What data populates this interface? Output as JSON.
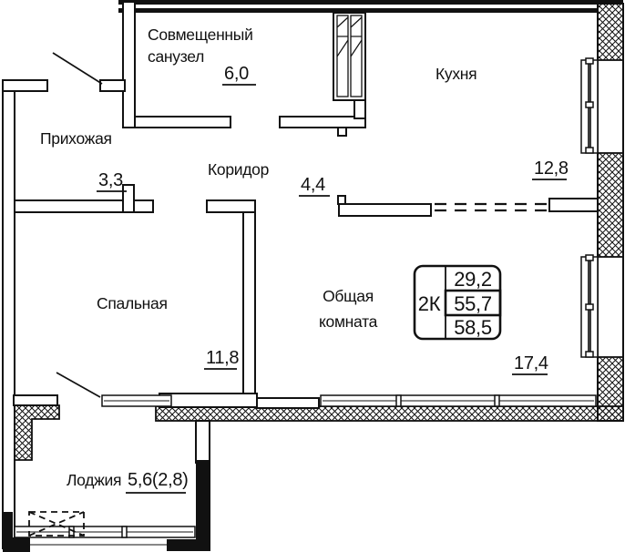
{
  "plan": {
    "title": "2-room apartment floor plan",
    "rooms": {
      "bathroom": {
        "label_line1": "Совмещенный",
        "label_line2": "санузел",
        "area": "6,0"
      },
      "hallway": {
        "label": "Прихожая",
        "area": "3,3"
      },
      "corridor": {
        "label": "Коридор",
        "area": "4,4"
      },
      "kitchen": {
        "label": "Кухня",
        "area": "12,8"
      },
      "bedroom": {
        "label": "Спальная",
        "area": "11,8"
      },
      "living_room": {
        "label_line1": "Общая",
        "label_line2": "комната",
        "area": "17,4"
      },
      "loggia": {
        "label": "Лоджия",
        "area": "5,6(2,8)"
      }
    },
    "info_table": {
      "type": "2К",
      "living_area": "29,2",
      "apartment_area": "55,7",
      "total_area": "58,5"
    },
    "colors": {
      "line": "#111111",
      "background": "#ffffff"
    }
  }
}
